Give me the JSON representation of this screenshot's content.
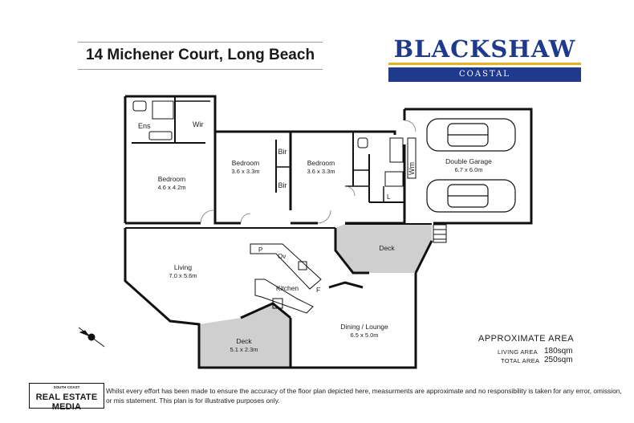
{
  "title": "14 Michener Court, Long Beach",
  "brand": {
    "name": "BLACKSHAW",
    "sub": "COASTAL"
  },
  "rooms": {
    "ens": "Ens",
    "wir": "Wir",
    "bed1_name": "Bedroom",
    "bed1_size": "4.6 x 4.2m",
    "bed2_name": "Bedroom",
    "bed2_size": "3.6 x 3.3m",
    "bed3_name": "Bedroom",
    "bed3_size": "3.6 x 3.3m",
    "bir1": "Bir",
    "bir2": "Bir",
    "wm": "Wm",
    "l": "L",
    "garage_name": "Double Garage",
    "garage_size": "6.7 x 6.0m",
    "deck1": "Deck",
    "living_name": "Living",
    "living_size": "7.0 x 5.6m",
    "kitchen": "Kitchen",
    "p": "P",
    "ov": "Ov",
    "f": "F",
    "deck2_name": "Deck",
    "deck2_size": "5.1 x 2.3m",
    "dining_name": "Dining / Lounge",
    "dining_size": "6.5 x 5.0m"
  },
  "area": {
    "title": "APPROXIMATE AREA",
    "living_label": "LIVING  AREA",
    "living_value": "180sqm",
    "total_label": "TOTAL AREA",
    "total_value": "250sqm"
  },
  "footer": {
    "logo_top": "SOUTH COAST",
    "logo_main": "REAL ESTATE MEDIA",
    "disclaimer": "Whilst every effort has been made to ensure the accuracy of the floor plan depicted here, measurments are approximate and no responsibility is taken for any error, omission, or mis statement. This plan is for illustrative purposes only."
  },
  "colors": {
    "brand": "#1f3a8c",
    "accent": "#e5b227",
    "deck": "#cfcfcf",
    "wall": "#111111"
  }
}
